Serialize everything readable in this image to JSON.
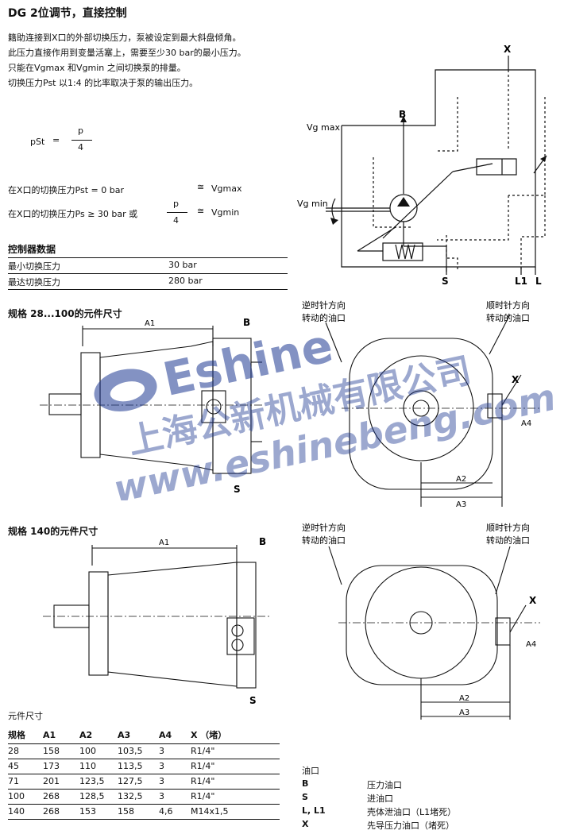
{
  "title": "DG 2位调节，直接控制",
  "intro": [
    "籍助连接到X口的外部切换压力，泵被设定到最大斜盘倾角。",
    "此压力直接作用到变量活塞上，需要至少30 bar的最小压力。",
    "只能在Vgmax 和Vgmin 之间切换泵的排量。",
    "切换压力Pst 以1:4 的比率取决于泵的输出压力。"
  ],
  "formula": {
    "lhs": "pSt",
    "eq": "=",
    "num": "p",
    "den": "4"
  },
  "cond1": {
    "text": "在X口的切换压力Pst = 0 bar",
    "approx": "≅",
    "result": "Vgmax"
  },
  "cond2": {
    "text": "在X口的切换压力Ps ≥ 30 bar 或",
    "num": "p",
    "den": "4",
    "approx": "≅",
    "result": "Vgmin"
  },
  "control_data": {
    "heading": "控制器数据",
    "rows": [
      {
        "label": "最小切换压力",
        "value": "30 bar"
      },
      {
        "label": "最达切换压力",
        "value": "280 bar"
      }
    ]
  },
  "schematic_labels": {
    "x": "X",
    "b": "B",
    "s": "S",
    "l1": "L1",
    "l": "L",
    "vgmax": "Vg max",
    "vgmin": "Vg min"
  },
  "dims1": {
    "title": "规格 28...100的元件尺寸",
    "a1": "A1",
    "a2": "A2",
    "a3": "A3",
    "a4": "A4",
    "b": "B",
    "s": "S",
    "x": "X",
    "ccw": [
      "逆时针方向",
      "转动的油口"
    ],
    "cw": [
      "顺时针方向",
      "转动的油口"
    ]
  },
  "dims2": {
    "title": "规格 140的元件尺寸",
    "a1": "A1",
    "a2": "A2",
    "a3": "A3",
    "a4": "A4",
    "b": "B",
    "s": "S",
    "x": "X",
    "ccw": [
      "逆时针方向",
      "转动的油口"
    ],
    "cw": [
      "顺时针方向",
      "转动的油口"
    ]
  },
  "table": {
    "title": "元件尺寸",
    "headers": [
      "规格",
      "A1",
      "A2",
      "A3",
      "A4",
      "X （堵）"
    ],
    "rows": [
      [
        "28",
        "158",
        "100",
        "103,5",
        "3",
        "R1/4\""
      ],
      [
        "45",
        "173",
        "110",
        "113,5",
        "3",
        "R1/4\""
      ],
      [
        "71",
        "201",
        "123,5",
        "127,5",
        "3",
        "R1/4\""
      ],
      [
        "100",
        "268",
        "128,5",
        "132,5",
        "3",
        "R1/4\""
      ],
      [
        "140",
        "268",
        "153",
        "158",
        "4,6",
        "M14x1,5"
      ]
    ]
  },
  "ports": {
    "heading": "油口",
    "items": [
      {
        "key": "B",
        "desc": "压力油口"
      },
      {
        "key": "S",
        "desc": "进油口"
      },
      {
        "key": "L, L1",
        "desc": "壳体泄油口（L1堵死）"
      },
      {
        "key": "X",
        "desc": "先导压力油口（堵死）"
      }
    ]
  },
  "watermark": {
    "brand": "Eshine",
    "company": "上海公新机械有限公司",
    "url": "www.eshinebeng.com"
  }
}
